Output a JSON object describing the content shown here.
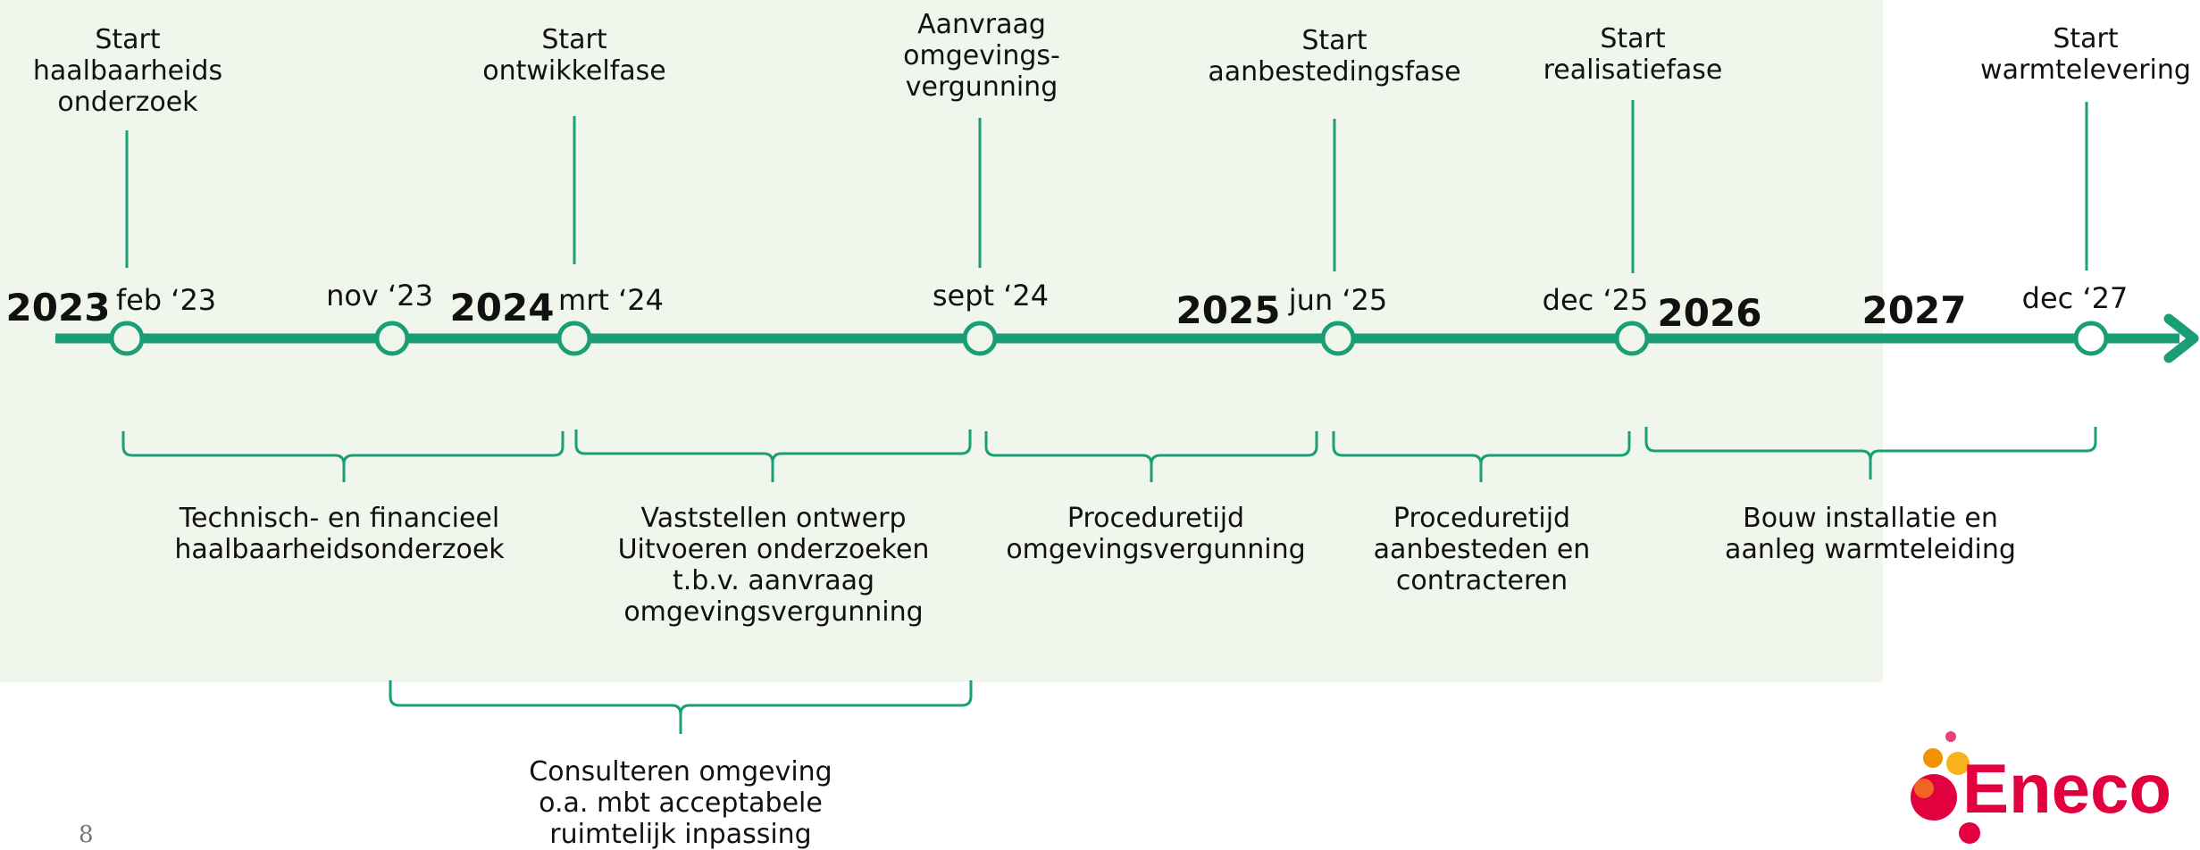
{
  "milestones": [
    {
      "label": "Start\nhaalbaarheids\nonderzoek"
    },
    {
      "label": "Start\nontwikkelfase"
    },
    {
      "label": "Aanvraag\nomgevings-\nvergunning"
    },
    {
      "label": "Start\naanbestedingsfase"
    },
    {
      "label": "Start\nrealisatiefase"
    },
    {
      "label": "Start\nwarmtelevering"
    }
  ],
  "dates": [
    "feb ‘23",
    "nov ‘23",
    "mrt ‘24",
    "sept ‘24",
    "jun ‘25",
    "dec ‘25",
    "dec ‘27"
  ],
  "years": [
    "2023",
    "2024",
    "2025",
    "2026",
    "2027"
  ],
  "phases": [
    {
      "label": "Technisch- en financieel\nhaalbaarheidsonderzoek"
    },
    {
      "label": "Vaststellen ontwerp\nUitvoeren onderzoeken\nt.b.v. aanvraag\nomgevingsvergunning"
    },
    {
      "label": "Proceduretijd\nomgevingsvergunning"
    },
    {
      "label": "Proceduretijd\naanbesteden en\ncontracteren"
    },
    {
      "label": "Bouw installatie en\naanleg warmteleiding"
    },
    {
      "label": "Consulteren omgeving\no.a. mbt acceptabele\nruimtelijk inpassing"
    }
  ],
  "page_number": "8",
  "logo": {
    "text": "Eneco"
  },
  "colors": {
    "timeline": "#1a9e76",
    "background_panel": "#f0f6ec",
    "logo_red": "#e3003f",
    "logo_orange": "#f39200"
  }
}
